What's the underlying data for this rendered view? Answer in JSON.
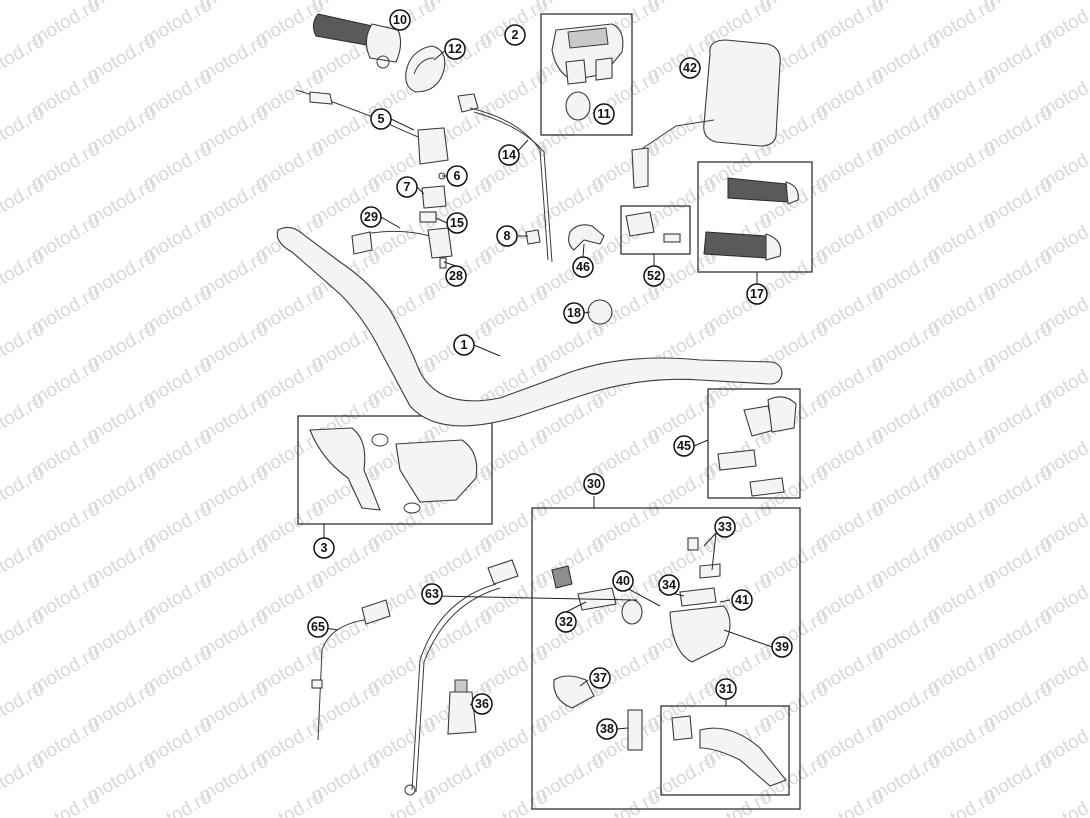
{
  "watermark_text": "motod.ru",
  "callouts": [
    {
      "id": "part-10",
      "label": "10"
    },
    {
      "id": "part-12",
      "label": "12"
    },
    {
      "id": "part-2",
      "label": "2"
    },
    {
      "id": "part-11",
      "label": "11"
    },
    {
      "id": "part-42",
      "label": "42"
    },
    {
      "id": "part-5",
      "label": "5"
    },
    {
      "id": "part-14",
      "label": "14"
    },
    {
      "id": "part-6",
      "label": "6"
    },
    {
      "id": "part-7",
      "label": "7"
    },
    {
      "id": "part-29",
      "label": "29"
    },
    {
      "id": "part-15",
      "label": "15"
    },
    {
      "id": "part-8",
      "label": "8"
    },
    {
      "id": "part-46",
      "label": "46"
    },
    {
      "id": "part-52",
      "label": "52"
    },
    {
      "id": "part-17",
      "label": "17"
    },
    {
      "id": "part-28",
      "label": "28"
    },
    {
      "id": "part-18",
      "label": "18"
    },
    {
      "id": "part-1",
      "label": "1"
    },
    {
      "id": "part-45",
      "label": "45"
    },
    {
      "id": "part-3",
      "label": "3"
    },
    {
      "id": "part-30",
      "label": "30"
    },
    {
      "id": "part-33",
      "label": "33"
    },
    {
      "id": "part-63",
      "label": "63"
    },
    {
      "id": "part-40",
      "label": "40"
    },
    {
      "id": "part-34",
      "label": "34"
    },
    {
      "id": "part-41",
      "label": "41"
    },
    {
      "id": "part-32",
      "label": "32"
    },
    {
      "id": "part-65",
      "label": "65"
    },
    {
      "id": "part-39",
      "label": "39"
    },
    {
      "id": "part-37",
      "label": "37"
    },
    {
      "id": "part-31",
      "label": "31"
    },
    {
      "id": "part-36",
      "label": "36"
    },
    {
      "id": "part-38",
      "label": "38"
    }
  ]
}
